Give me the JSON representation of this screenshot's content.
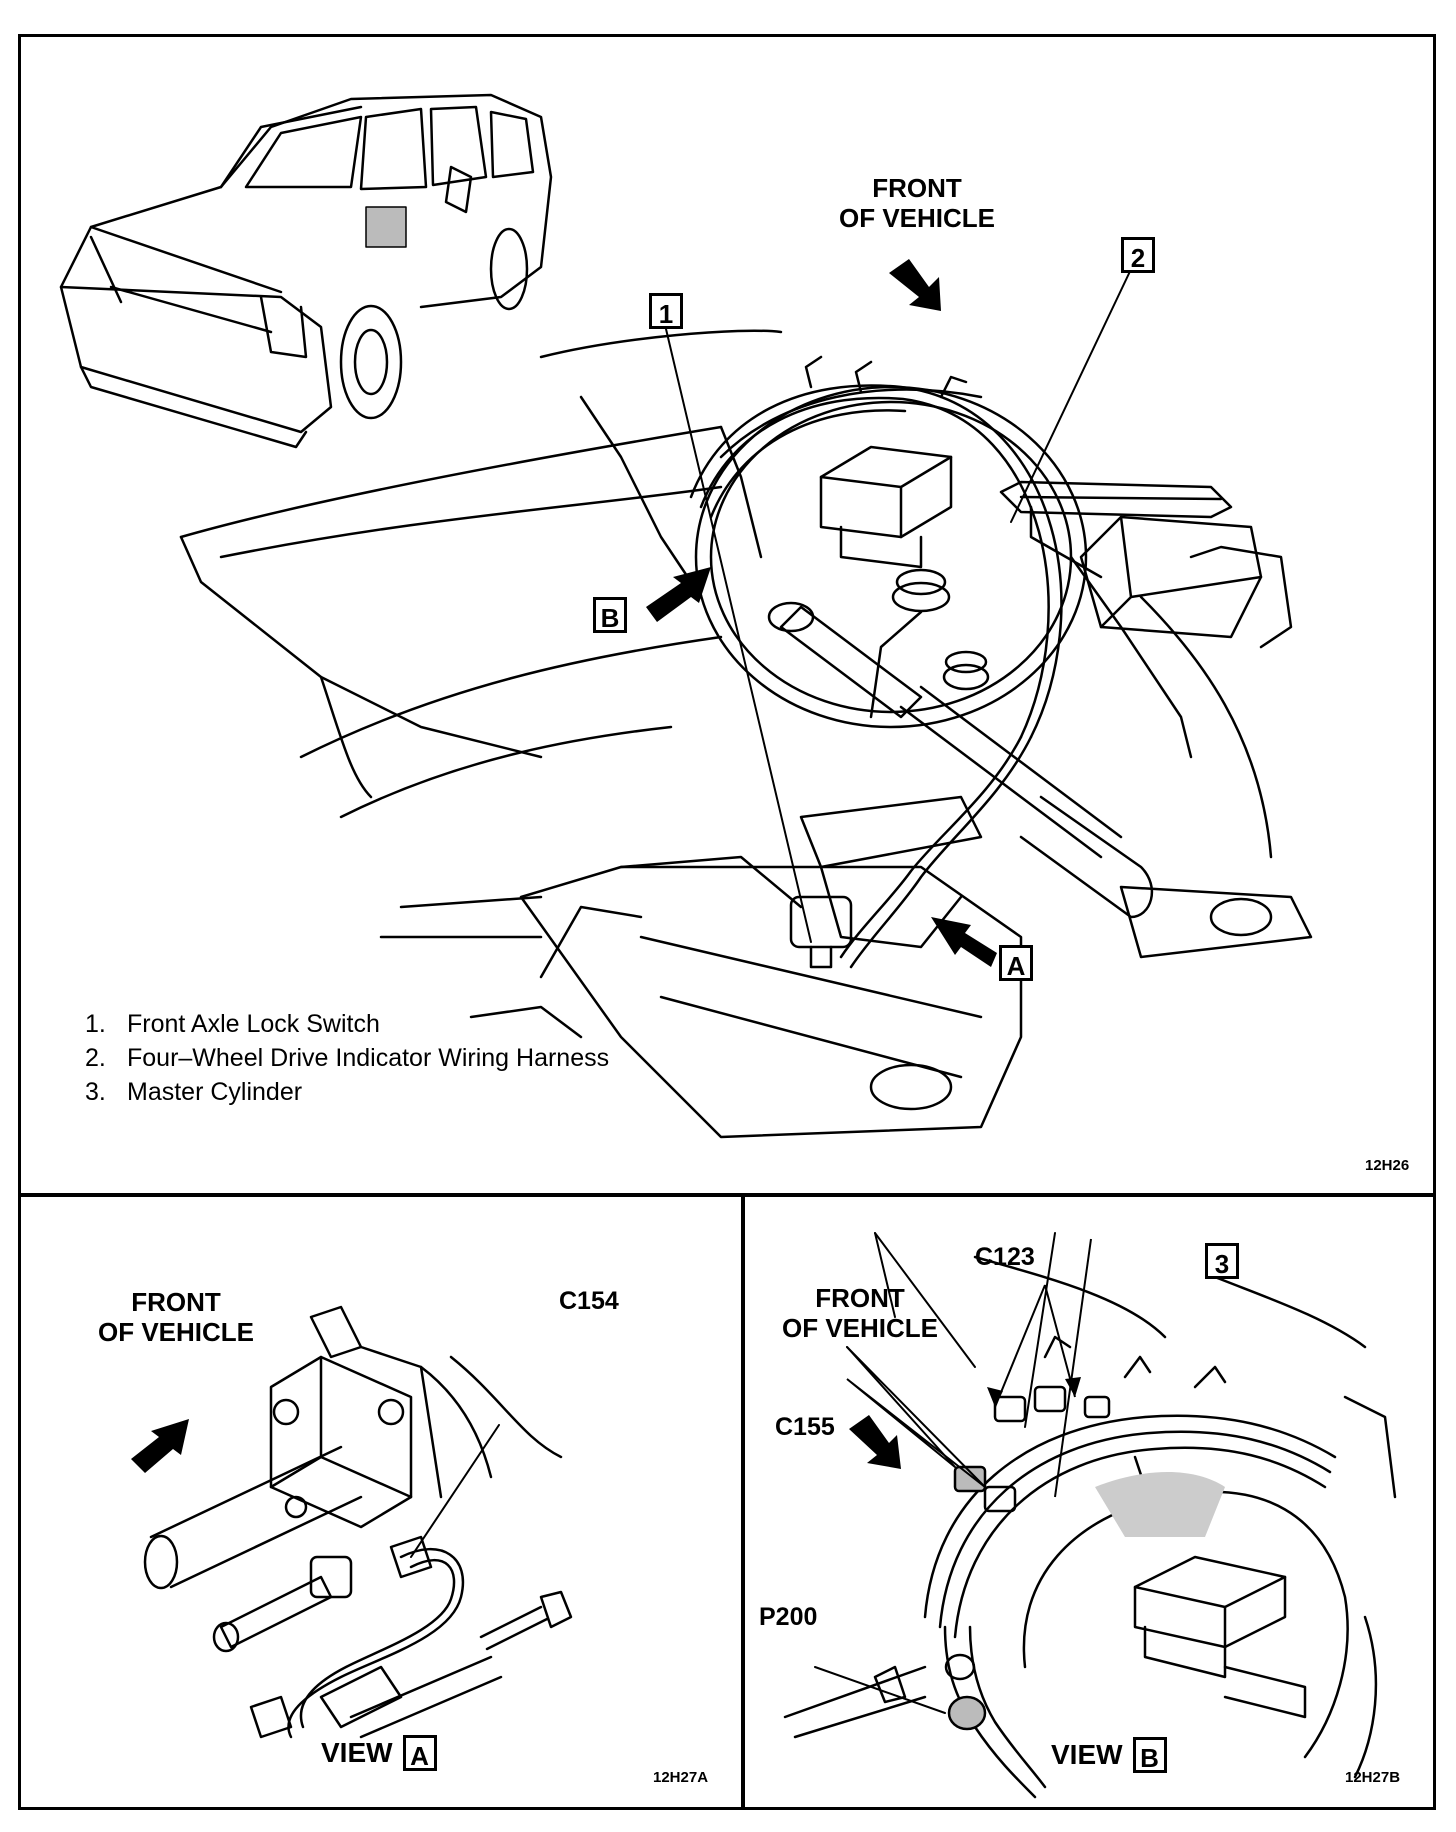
{
  "top": {
    "front_label_1": "FRONT",
    "front_label_2": "OF VEHICLE",
    "callout_1": "1",
    "callout_2": "2",
    "callout_a": "A",
    "callout_b": "B",
    "legend": [
      {
        "num": "1.",
        "text": "Front Axle Lock Switch"
      },
      {
        "num": "2.",
        "text": "Four–Wheel Drive Indicator Wiring Harness"
      },
      {
        "num": "3.",
        "text": "Master Cylinder"
      }
    ],
    "figure_id": "12H26"
  },
  "view_a": {
    "front_label_1": "FRONT",
    "front_label_2": "OF VEHICLE",
    "connector": "C154",
    "title": "VIEW",
    "title_box": "A",
    "figure_id": "12H27A"
  },
  "view_b": {
    "front_label_1": "FRONT",
    "front_label_2": "OF VEHICLE",
    "connector_c123": "C123",
    "connector_c155": "C155",
    "connector_p200": "P200",
    "callout_3": "3",
    "title": "VIEW",
    "title_box": "B",
    "figure_id": "12H27B"
  }
}
